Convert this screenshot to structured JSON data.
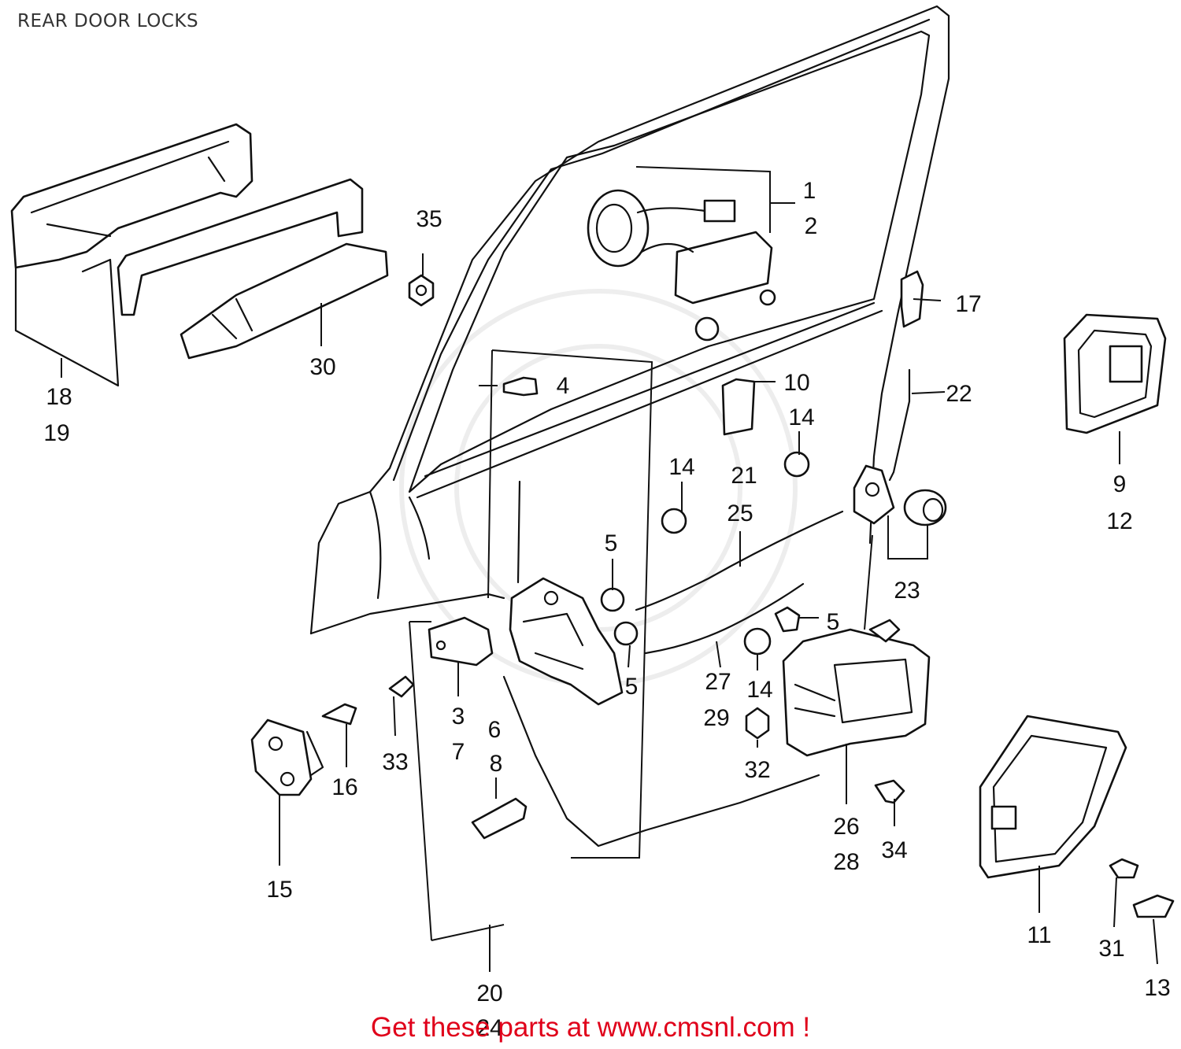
{
  "title": "REAR DOOR LOCKS",
  "footer": "Get these parts at www.cmsnl.com !",
  "callouts": {
    "c1": "1",
    "c2": "2",
    "c3": "3",
    "c4": "4",
    "c5a": "5",
    "c5b": "5",
    "c5c": "5",
    "c6": "6",
    "c7": "7",
    "c8": "8",
    "c9": "9",
    "c10": "10",
    "c11": "11",
    "c12": "12",
    "c13": "13",
    "c14a": "14",
    "c14b": "14",
    "c14c": "14",
    "c15": "15",
    "c16": "16",
    "c17": "17",
    "c18": "18",
    "c19": "19",
    "c20": "20",
    "c21": "21",
    "c22": "22",
    "c23": "23",
    "c24": "24",
    "c25": "25",
    "c26": "26",
    "c27": "27",
    "c28": "28",
    "c29": "29",
    "c30": "30",
    "c31": "31",
    "c32": "32",
    "c33": "33",
    "c34": "34",
    "c35": "35"
  }
}
